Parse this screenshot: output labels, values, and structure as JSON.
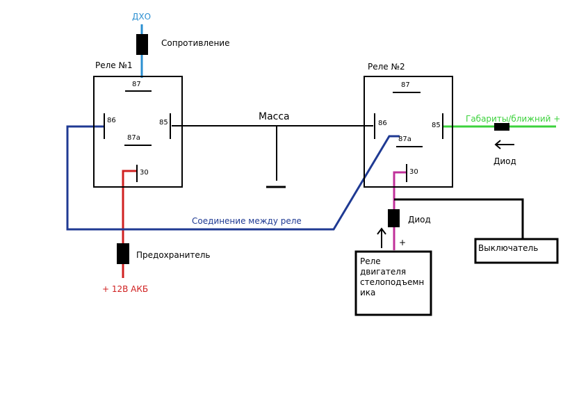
{
  "labels": {
    "dho": "ДХО",
    "resistance": "Сопротивление",
    "relay1": "Реле №1",
    "relay2": "Реле №2",
    "ground": "Масса",
    "gabarity": "Габариты/ближний +",
    "diode_right": "Диод",
    "diode_mid": "Диод",
    "connection": "Соединение между реле",
    "fuse": "Предохранитель",
    "battery": "+ 12В АКБ",
    "plus": "+",
    "switch": "Выключатель",
    "motor_relay": [
      "Реле",
      "двигателя",
      "стелоподъемн",
      "ика"
    ]
  },
  "pins": {
    "r1_87": "87",
    "r1_86": "86",
    "r1_85": "85",
    "r1_87a": "87a",
    "r1_30": "30",
    "r2_87": "87",
    "r2_86": "86",
    "r2_85": "85",
    "r2_87a": "87a",
    "r2_30": "30"
  },
  "colors": {
    "dho_wire": "#2b8fd1",
    "battery_wire": "#d02020",
    "link_wire": "#1f3a93",
    "gabarity_wire": "#3cd23c",
    "motor_wire": "#c0309a",
    "ground_wire": "#000000",
    "dho_text": "#2b8fd1",
    "battery_text": "#d02020",
    "link_text": "#1f3a93",
    "gabarity_text": "#3cd23c"
  }
}
